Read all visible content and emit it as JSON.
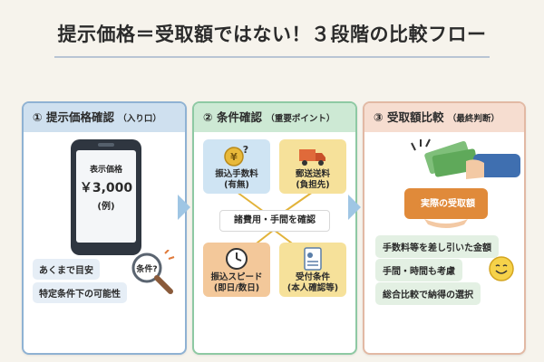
{
  "title": "提示価格＝受取額ではない！３段階の比較フロー",
  "steps": [
    {
      "number": "①",
      "heading": "提示価格確認",
      "sub": "（入り口）",
      "phone": {
        "label": "表示価格",
        "price": "￥3,000",
        "note": "(例)"
      },
      "chips": [
        "あくまで目安",
        "特定条件下の可能性"
      ],
      "magnifier_text": "条件?"
    },
    {
      "number": "②",
      "heading": "条件確認",
      "sub": "（重要ポイント）",
      "center": "諸費用・手間を確認",
      "tiles": [
        {
          "line1": "振込手数料",
          "line2": "(有無)",
          "icon": "yen-coin-question-icon",
          "color": "#cfe4f3"
        },
        {
          "line1": "郵送送料",
          "line2": "(負担先)",
          "icon": "delivery-truck-icon",
          "color": "#f6e19a"
        },
        {
          "line1": "振込スピード",
          "line2": "(即日/数日)",
          "icon": "clock-icon",
          "color": "#f3c89a"
        },
        {
          "line1": "受付条件",
          "line2": "(本人確認等)",
          "icon": "id-document-icon",
          "color": "#f6e19a"
        }
      ]
    },
    {
      "number": "③",
      "heading": "受取額比較",
      "sub": "（最終判断）",
      "wallet_label": "実際の受取額",
      "results": [
        "手数料等を差し引いた金額",
        "手間・時間も考慮",
        "総合比較で納得の選択"
      ]
    }
  ],
  "colors": {
    "arrow": "#9fc6e4",
    "panel1": "#8fb2d3",
    "panel2": "#8ec9a3",
    "panel3": "#e2b9a4"
  }
}
